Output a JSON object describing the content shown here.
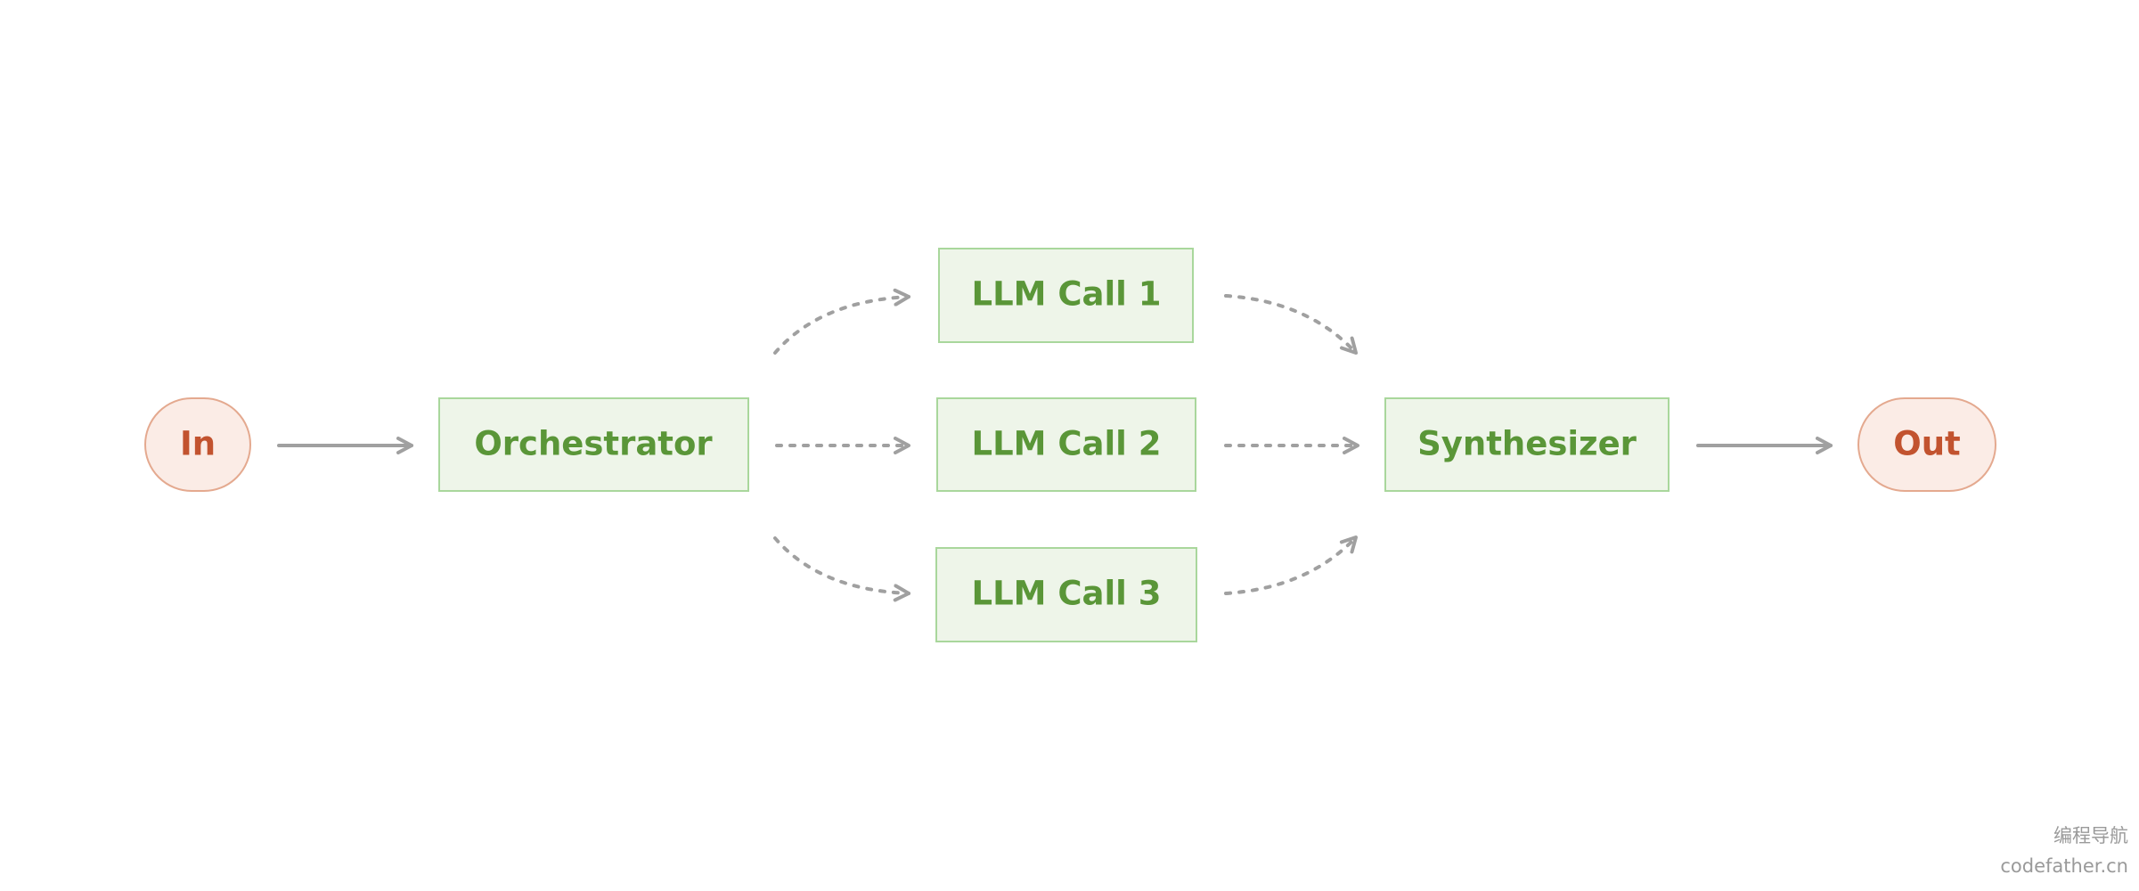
{
  "nodes": {
    "input": {
      "label": "In"
    },
    "orchestrator": {
      "label": "Orchestrator"
    },
    "llm_call_1": {
      "label": "LLM Call 1"
    },
    "llm_call_2": {
      "label": "LLM Call 2"
    },
    "llm_call_3": {
      "label": "LLM Call 3"
    },
    "synthesizer": {
      "label": "Synthesizer"
    },
    "output": {
      "label": "Out"
    }
  },
  "watermark": {
    "line1": "编程导航",
    "line2": "codefather.cn"
  },
  "colors": {
    "terminal_fill": "#fbece6",
    "terminal_stroke": "#e4a98f",
    "terminal_text": "#c2532f",
    "process_fill": "#eef5e9",
    "process_stroke": "#a9d79c",
    "process_text": "#5a9638",
    "arrow": "#a0a0a0"
  }
}
